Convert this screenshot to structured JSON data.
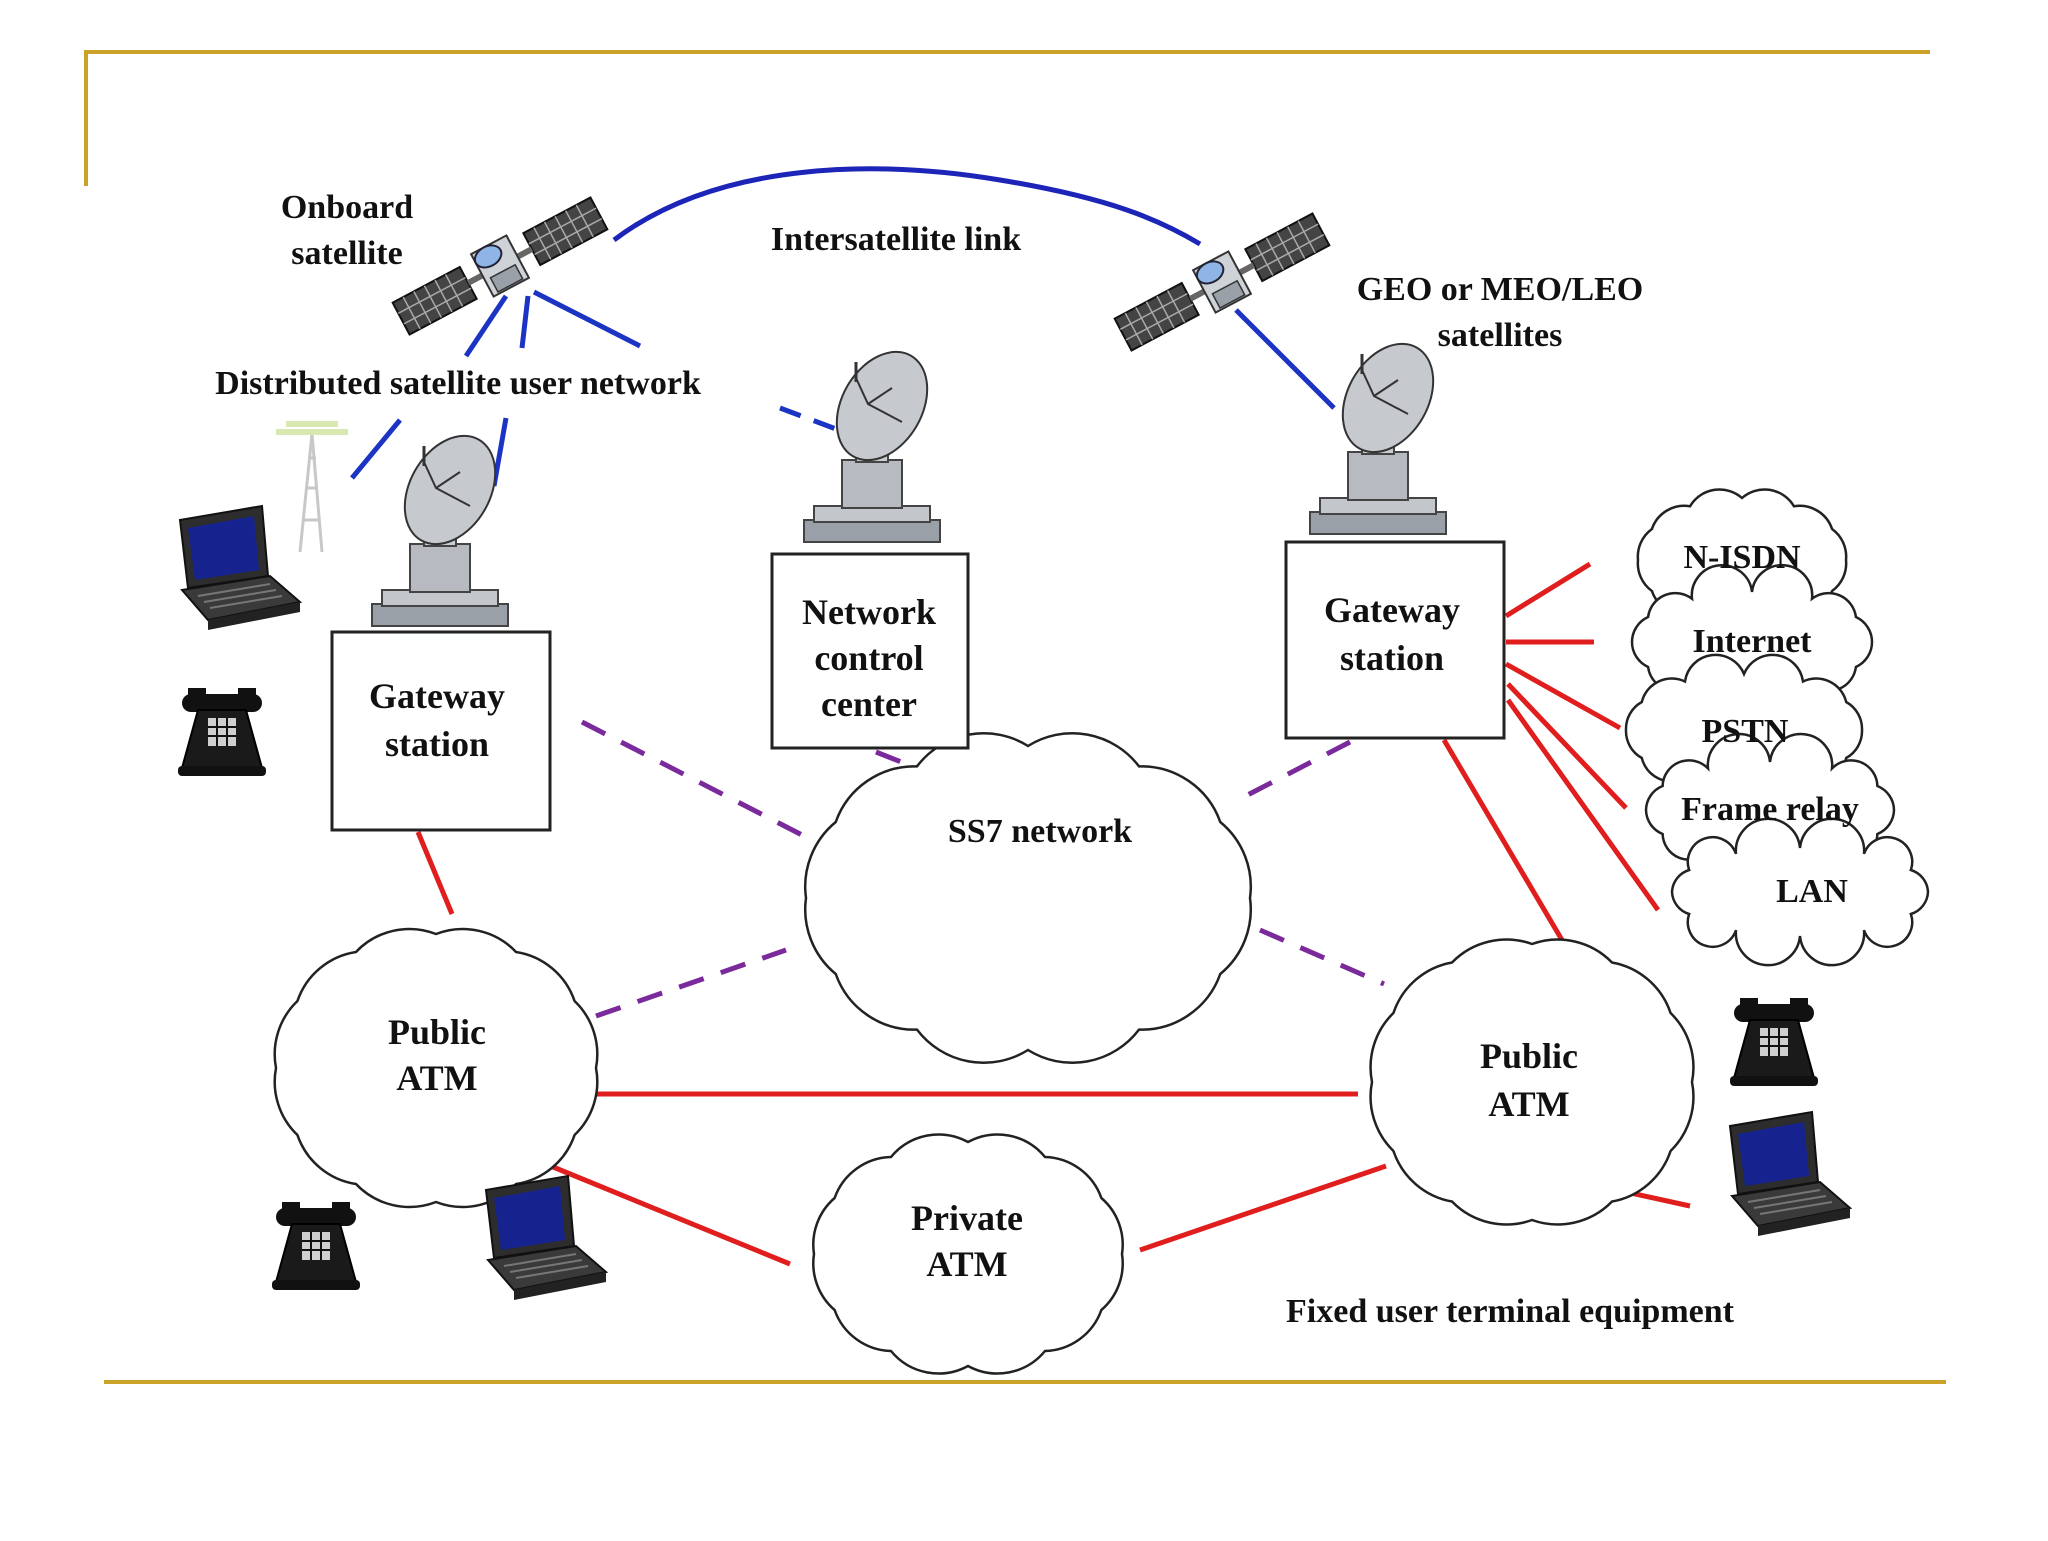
{
  "colors": {
    "frame_gold": "#c9a227",
    "intersatellite_link": "#1c25b8",
    "satellite_link": "#1c34c4",
    "signaling_link": "#7a2a9a",
    "trunk_link": "#e01e1e",
    "box_border": "#222222",
    "cloud_border": "#222222"
  },
  "labels": {
    "onboard_satellite": [
      "Onboard",
      "satellite"
    ],
    "intersatellite_link": "Intersatellite link",
    "geo_satellites": [
      "GEO or MEO/LEO",
      "satellites"
    ],
    "distributed_network": "Distributed satellite user network",
    "gateway_left": [
      "Gateway",
      "station"
    ],
    "network_control": [
      "Network",
      "control",
      "center"
    ],
    "gateway_right": [
      "Gateway",
      "station"
    ],
    "ss7": "SS7 network",
    "public_atm_left": [
      "Public",
      "ATM"
    ],
    "public_atm_right": [
      "Public",
      "ATM"
    ],
    "private_atm": [
      "Private",
      "ATM"
    ],
    "fixed_user": "Fixed user terminal equipment",
    "networks": [
      "N-ISDN",
      "Internet",
      "PSTN",
      "Frame relay",
      "LAN"
    ]
  },
  "icons": {
    "satellite": "satellite-icon",
    "dish": "satellite-dish-icon",
    "laptop": "laptop-icon",
    "telephone": "telephone-icon",
    "antenna": "radio-antenna-icon"
  }
}
